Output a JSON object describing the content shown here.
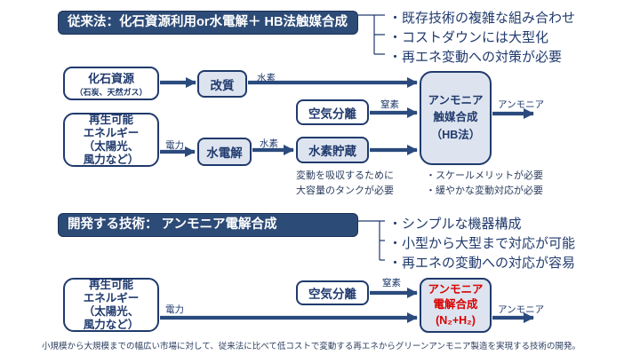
{
  "colors": {
    "navy": "#203a6d",
    "title_bar_bg": "#2d4b77",
    "box_fill": "#dde4ef",
    "arrow": "#2b4b7e",
    "red_text": "#d90000"
  },
  "top_section": {
    "title": "従来法：化石資源利用or水電解＋ HB法触媒合成",
    "bullets": [
      "・既存技術の複雑な組み合わせ",
      "・コストダウンには大型化",
      "・再エネ変動への対策が必要"
    ],
    "fossil_box": {
      "title": "化石資源",
      "subtitle": "（石炭、天然ガス）"
    },
    "reform_box": "改質",
    "renewable_box": "再生可能\nエネルギー\n（太陽光、\n風力など）",
    "water_electrolysis_box": "水電解",
    "air_separation_box": "空気分離",
    "h2_storage_box": "水素貯蔵",
    "hb_box": "アンモニア\n触媒合成\n（HB法）",
    "labels": {
      "hydrogen_reform": "水素",
      "power": "電力",
      "hydrogen_electrolysis": "水素",
      "nitrogen": "窒素",
      "ammonia": "アンモニア"
    },
    "note_left": "変動を吸収するために\n大容量のタンクが必要",
    "note_right": "・スケールメリットが必要\n・緩やかな変動対応が必要"
  },
  "bottom_section": {
    "title": "開発する技術： アンモニア電解合成",
    "bullets": [
      "・シンプルな機器構成",
      "・小型から大型まで対応が可能",
      "・再エネの変動への対応が容易"
    ],
    "renewable_box": "再生可能\nエネルギー\n（太陽光、\n風力など）",
    "air_separation_box": "空気分離",
    "electro_synthesis_box": "アンモニア\n電解合成\n(N₂+H₂)",
    "labels": {
      "power": "電力",
      "nitrogen": "窒素",
      "ammonia": "アンモニア"
    }
  },
  "caption": "小規模から大規模までの幅広い市場に対して、従来法に比べて低コストで変動する再エネからグリーンアンモニア製造を実現する技術の開発。"
}
